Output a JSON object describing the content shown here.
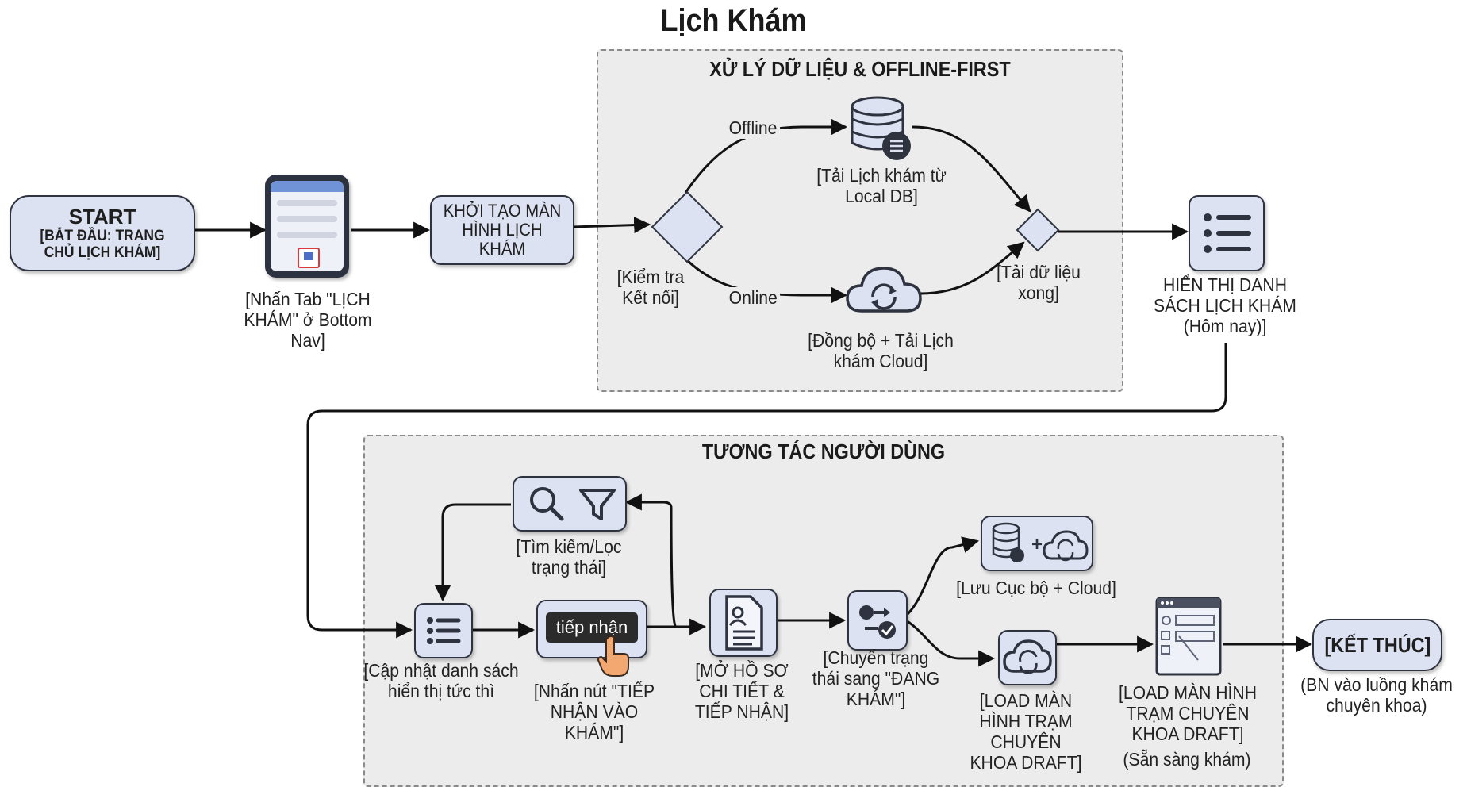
{
  "title": "Lịch Khám",
  "groups": {
    "data": "XỬ LÝ DỮ LIỆU & OFFLINE-FIRST",
    "user": "TƯƠNG TÁC NGƯỜI DÙNG"
  },
  "nodes": {
    "start_title": "START",
    "start_sub": "[BẮT ĐẦU: TRANG CHỦ LỊCH KHÁM]",
    "phone_caption": "[Nhấn Tab \"LỊCH KHÁM\" ở Bottom Nav]",
    "init": "KHỞI TẠO MÀN HÌNH LỊCH KHÁM",
    "check_conn": "[Kiểm tra Kết nối]",
    "offline": "Offline",
    "online": "Online",
    "local_db": "[Tải Lịch khám từ Local DB]",
    "cloud_sync": "[Đồng bộ + Tải Lịch khám Cloud]",
    "loaded": "[Tải dữ liệu xong]",
    "show_list": "HIỂN THỊ DANH SÁCH LỊCH KHÁM (Hôm nay)]",
    "search": "[Tìm kiếm/Lọc trạng thái]",
    "update_list": "[Cập nhật danh sách hiển thị tức thì",
    "receive_btn": "tiếp nhận",
    "press_btn": "[Nhấn nút \"TIẾP NHẬN VÀO KHÁM\"]",
    "open_record": "[MỞ HỒ SƠ CHI TIẾT & TIẾP NHẬN]",
    "change_state": "[Chuyển trạng thái sang \"ĐANG KHÁM\"]",
    "save_both": "[Lưu Cục bộ + Cloud]",
    "load_draft": "[LOAD MÀN HÌNH TRẠM CHUYÊN KHOA DRAFT]",
    "load_draft2": "[LOAD MÀN HÌNH TRẠM CHUYÊN KHOA DRAFT]",
    "ready": "(Sẵn sàng khám)",
    "end": "[KẾT THÚC]",
    "end_caption": "(BN vào luồng khám chuyên khoa)"
  },
  "colors": {
    "node_fill": "#dde2f3",
    "node_stroke": "#2f3340",
    "group_fill": "#ececed",
    "edge": "#111111",
    "button_dark": "#2b2b2b",
    "hand": "#f2a870",
    "phone_screen": "#eef1f8",
    "highlight_red": "#d93a3a"
  },
  "icons": [
    "phone-icon",
    "database-icon",
    "cloud-sync-icon",
    "list-icon",
    "search-icon",
    "filter-icon",
    "document-icon",
    "status-change-icon",
    "db-plus-cloud-icon",
    "window-draft-icon",
    "hand-pointer-icon"
  ]
}
